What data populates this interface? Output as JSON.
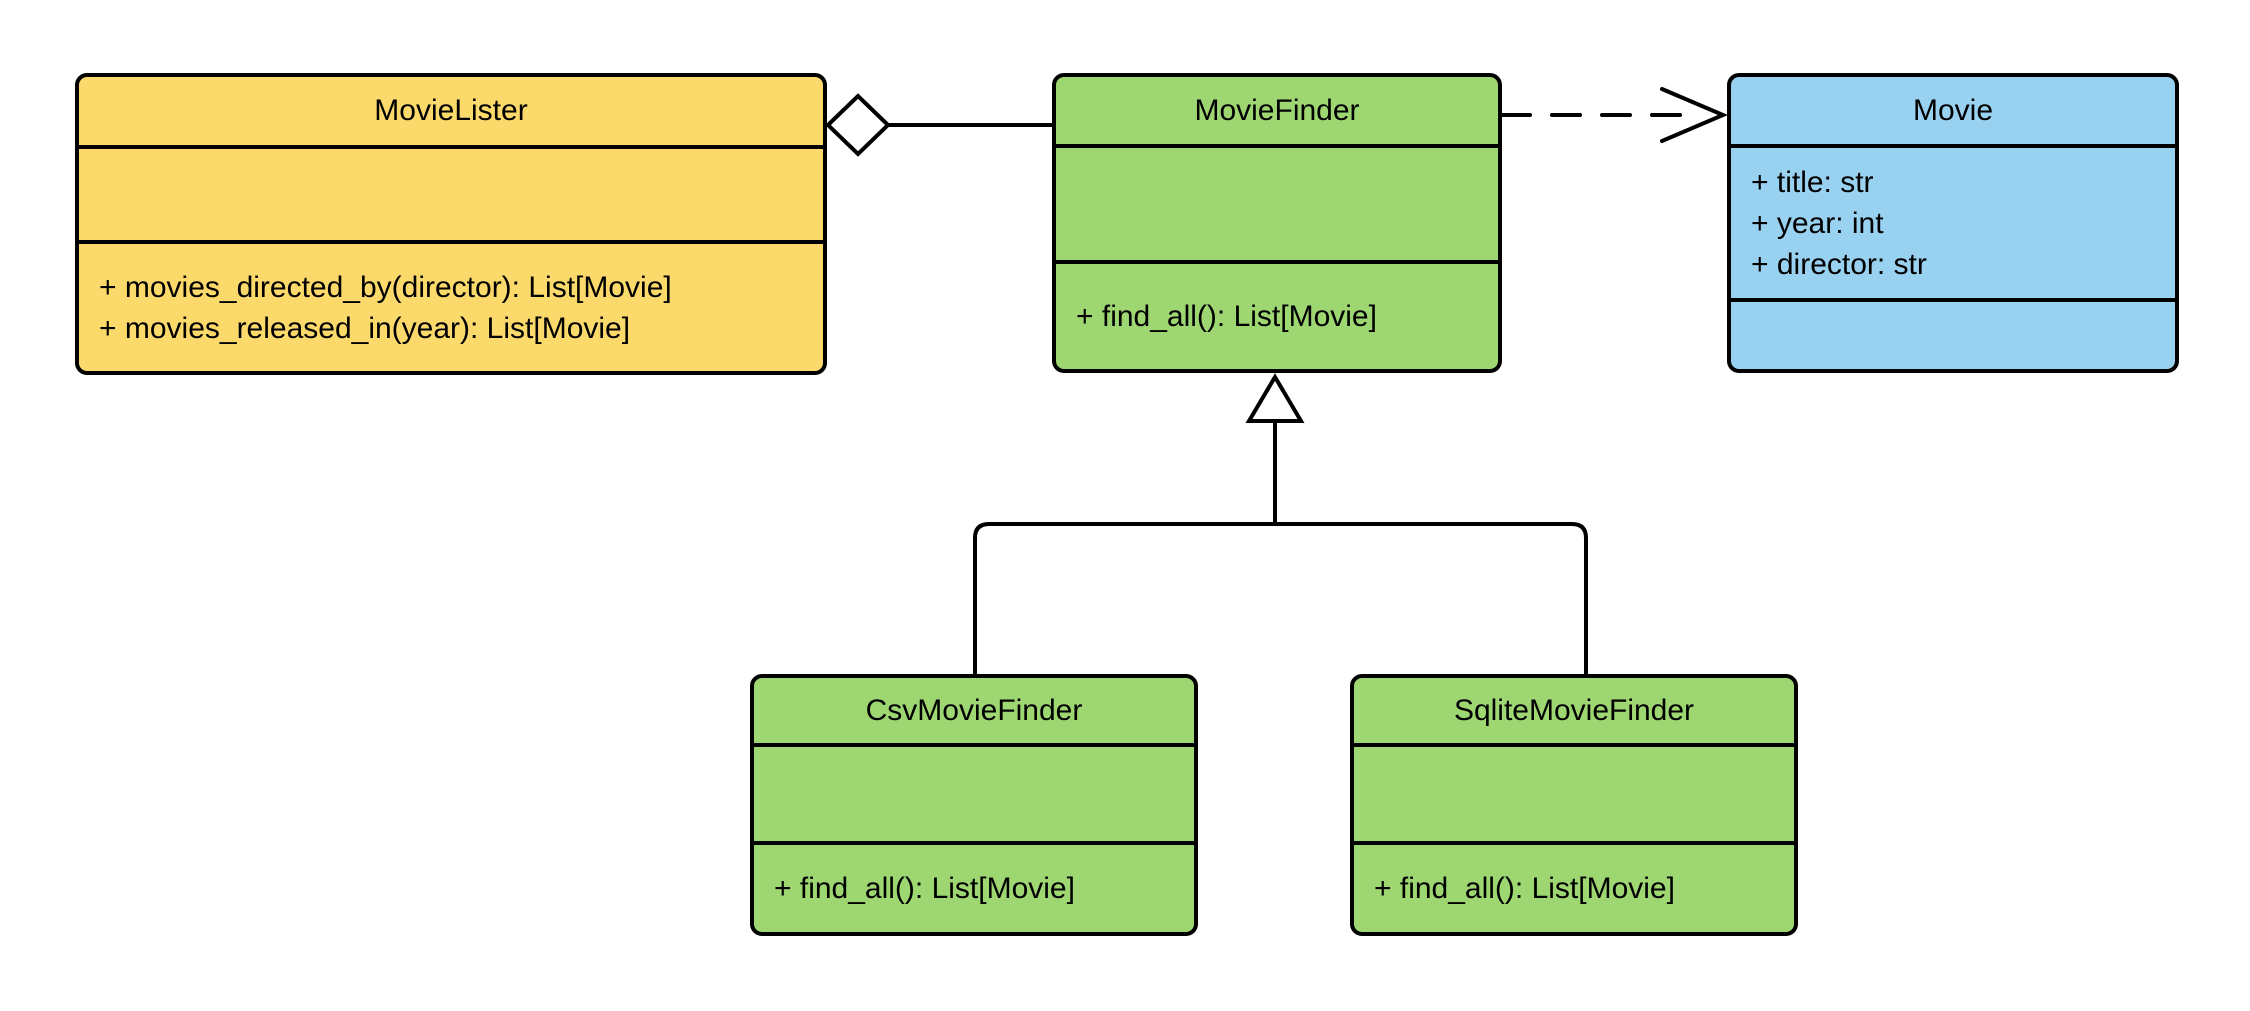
{
  "diagram": {
    "type": "uml-class-diagram",
    "background": "#ffffff",
    "stroke": "#000000",
    "classes": [
      {
        "name": "MovieLister",
        "fill": "#FCD96B",
        "attributes": [],
        "methods": [
          "+ movies_directed_by(director): List[Movie]",
          "+ movies_released_in(year): List[Movie]"
        ]
      },
      {
        "name": "MovieFinder",
        "fill": "#9ED672",
        "attributes": [],
        "methods": [
          "+ find_all(): List[Movie]"
        ]
      },
      {
        "name": "Movie",
        "fill": "#99D1F1",
        "attributes": [
          "+ title: str",
          "+ year: int",
          "+ director: str"
        ],
        "methods": []
      },
      {
        "name": "CsvMovieFinder",
        "fill": "#9ED672",
        "attributes": [],
        "methods": [
          "+ find_all(): List[Movie]"
        ]
      },
      {
        "name": "SqliteMovieFinder",
        "fill": "#9ED672",
        "attributes": [],
        "methods": [
          "+ find_all(): List[Movie]"
        ]
      }
    ],
    "relationships": [
      {
        "type": "aggregation",
        "from": "MovieLister",
        "to": "MovieFinder"
      },
      {
        "type": "dependency",
        "from": "MovieFinder",
        "to": "Movie"
      },
      {
        "type": "generalization",
        "from": "CsvMovieFinder",
        "to": "MovieFinder"
      },
      {
        "type": "generalization",
        "from": "SqliteMovieFinder",
        "to": "MovieFinder"
      }
    ]
  }
}
